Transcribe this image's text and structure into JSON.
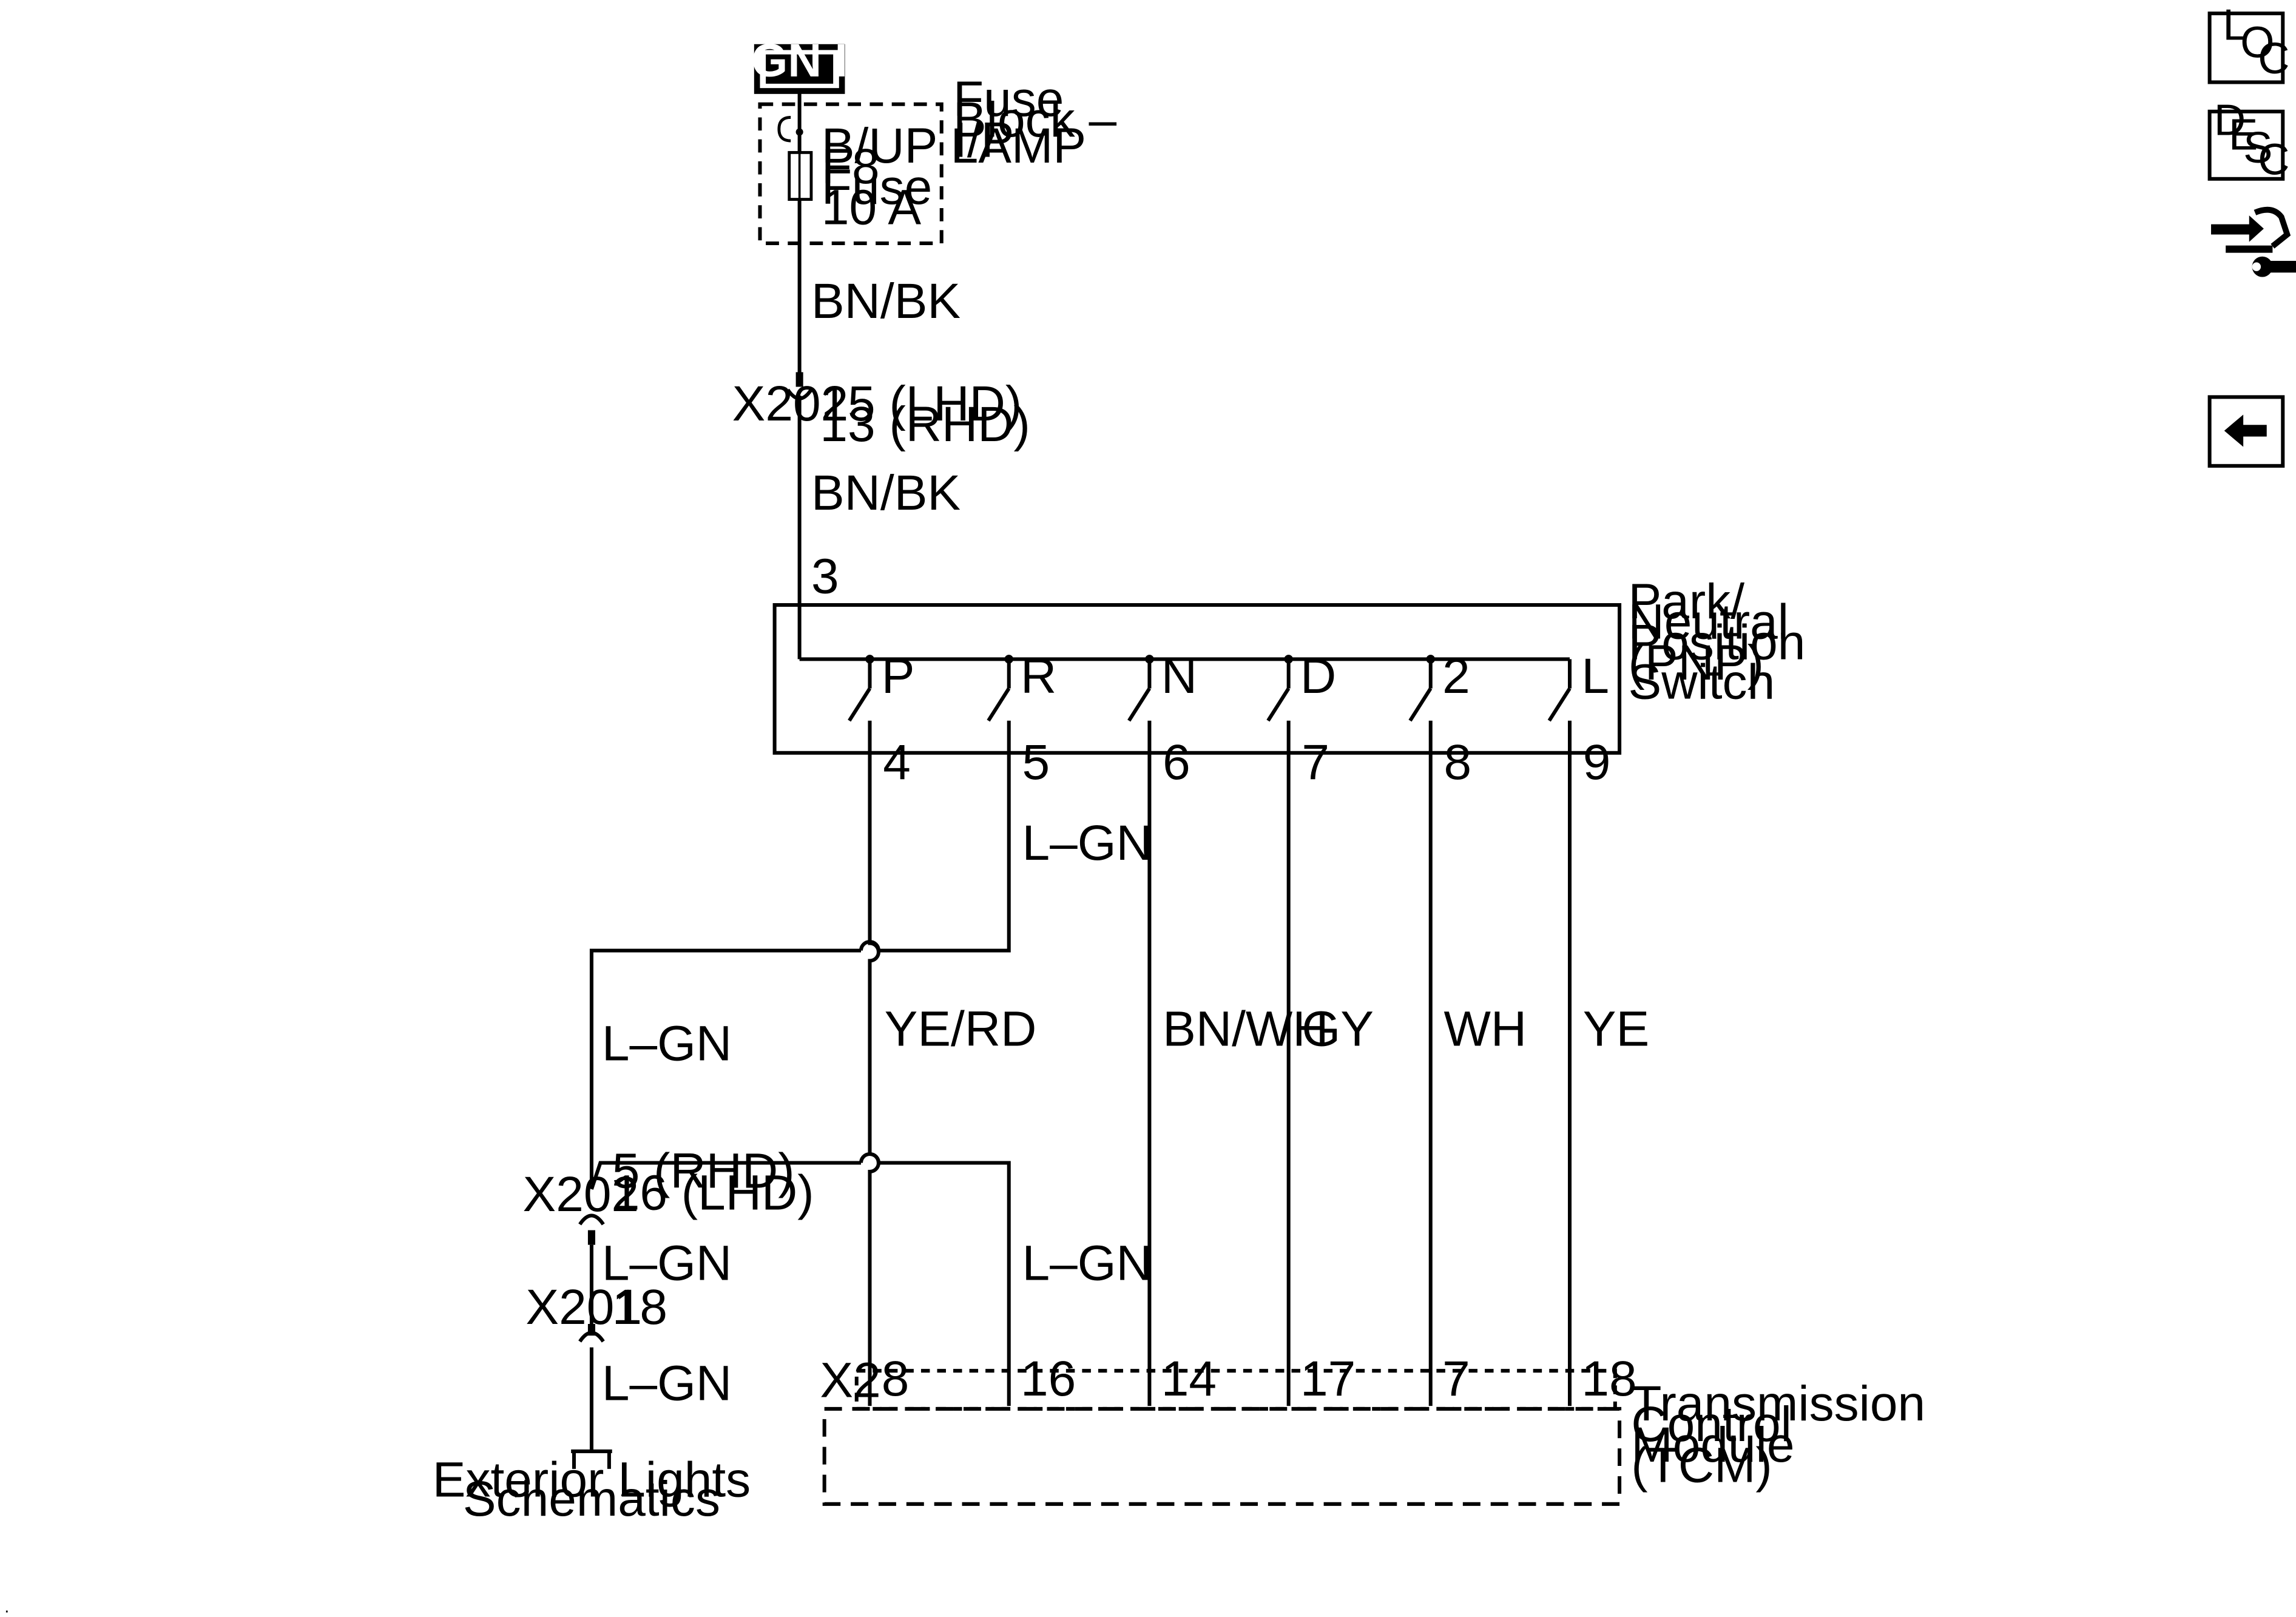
{
  "power": {
    "source": "IGN II"
  },
  "fuse_block": {
    "title_lines": [
      "Fuse",
      "Block –",
      "I/P"
    ],
    "fuse_lines": [
      "B/UP LAMP",
      "F8",
      "Fuse",
      "10 A"
    ]
  },
  "wires": {
    "feed_upper": "BN/BK",
    "feed_lower": "BN/BK",
    "pos_p": "YE/RD",
    "pos_r_upper": "L–GN",
    "pos_r_lower": "L–GN",
    "pos_n": "BN/WH",
    "pos_d": "GY",
    "pos_2": "WH",
    "pos_l": "YE",
    "ext_left": "L–GN",
    "ext_mid": "L–GN",
    "ext_low": "L–GN"
  },
  "connectors": {
    "x202_top": {
      "name": "X202",
      "pins": [
        "15 (LHD)",
        "13 (RHD)"
      ]
    },
    "x202_bottom": {
      "name": "X202",
      "pins": [
        "5 (RHD)",
        "16 (LHD)"
      ]
    },
    "x201": {
      "name": "X201",
      "pin": "18"
    },
    "x2": {
      "name": "X2"
    }
  },
  "pnp_switch": {
    "title_lines": [
      "Park/",
      "Neutral",
      "Position",
      "(PNP)",
      "Switch"
    ],
    "input_pin": "3",
    "positions": [
      "P",
      "R",
      "N",
      "D",
      "2",
      "L"
    ],
    "output_pins": [
      "4",
      "5",
      "6",
      "7",
      "8",
      "9"
    ]
  },
  "tcm": {
    "title_lines": [
      "Transmission",
      "Control",
      "Module",
      "(TCM)"
    ],
    "pins": [
      "8",
      "16",
      "14",
      "17",
      "7",
      "18"
    ]
  },
  "exterior": {
    "lines": [
      "Exterior Lights",
      "Schematics"
    ]
  },
  "nav": {
    "loc": [
      "L",
      "O",
      "C"
    ],
    "desc": [
      "D",
      "E",
      "S",
      "C"
    ]
  }
}
